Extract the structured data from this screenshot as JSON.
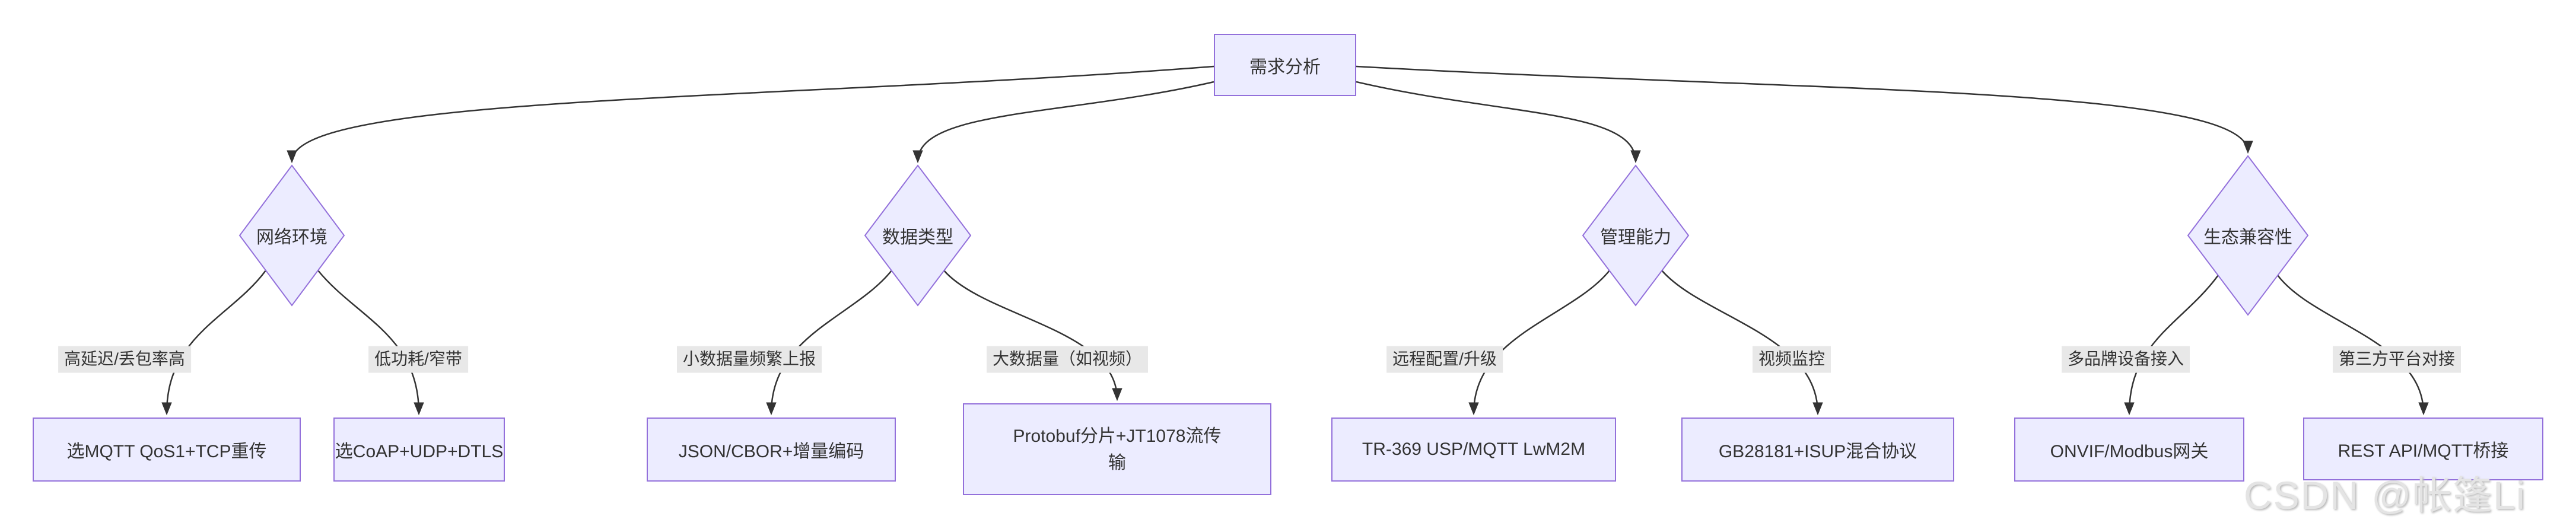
{
  "diagram": {
    "root": {
      "label": "需求分析"
    },
    "branches": [
      {
        "decision": "网络环境",
        "cases": [
          {
            "condition": "高延迟/丢包率高",
            "result": "选MQTT QoS1+TCP重传"
          },
          {
            "condition": "低功耗/窄带",
            "result": "选CoAP+UDP+DTLS"
          }
        ]
      },
      {
        "decision": "数据类型",
        "cases": [
          {
            "condition": "小数据量频繁上报",
            "result": "JSON/CBOR+增量编码"
          },
          {
            "condition": "大数据量（如视频）",
            "result": "Protobuf分片+JT1078流传输"
          }
        ]
      },
      {
        "decision": "管理能力",
        "cases": [
          {
            "condition": "远程配置/升级",
            "result": "TR-369 USP/MQTT LwM2M"
          },
          {
            "condition": "视频监控",
            "result": "GB28181+ISUP混合协议"
          }
        ]
      },
      {
        "decision": "生态兼容性",
        "cases": [
          {
            "condition": "多品牌设备接入",
            "result": "ONVIF/Modbus网关"
          },
          {
            "condition": "第三方平台对接",
            "result": "REST API/MQTT桥接"
          }
        ]
      }
    ],
    "watermark": "CSDN @帐篷Li",
    "colors": {
      "node_fill": "#ECECFF",
      "node_border": "#9370DB",
      "edge": "#333333",
      "edge_label_bg": "#e8e8e8",
      "text": "#333333",
      "watermark": "#e4e4e4"
    }
  }
}
